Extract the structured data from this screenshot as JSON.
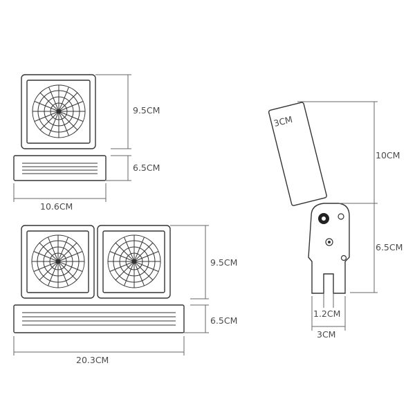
{
  "diagram": {
    "single_fan": {
      "fan_height": "9.5CM",
      "base_height": "6.5CM",
      "width": "10.6CM"
    },
    "double_fan": {
      "fan_height": "9.5CM",
      "base_height": "6.5CM",
      "width": "20.3CM"
    },
    "clip": {
      "panel_width": "3CM",
      "panel_height": "10CM",
      "clip_height": "6.5CM",
      "slot_width": "1.2CM",
      "clip_width": "3CM"
    }
  }
}
